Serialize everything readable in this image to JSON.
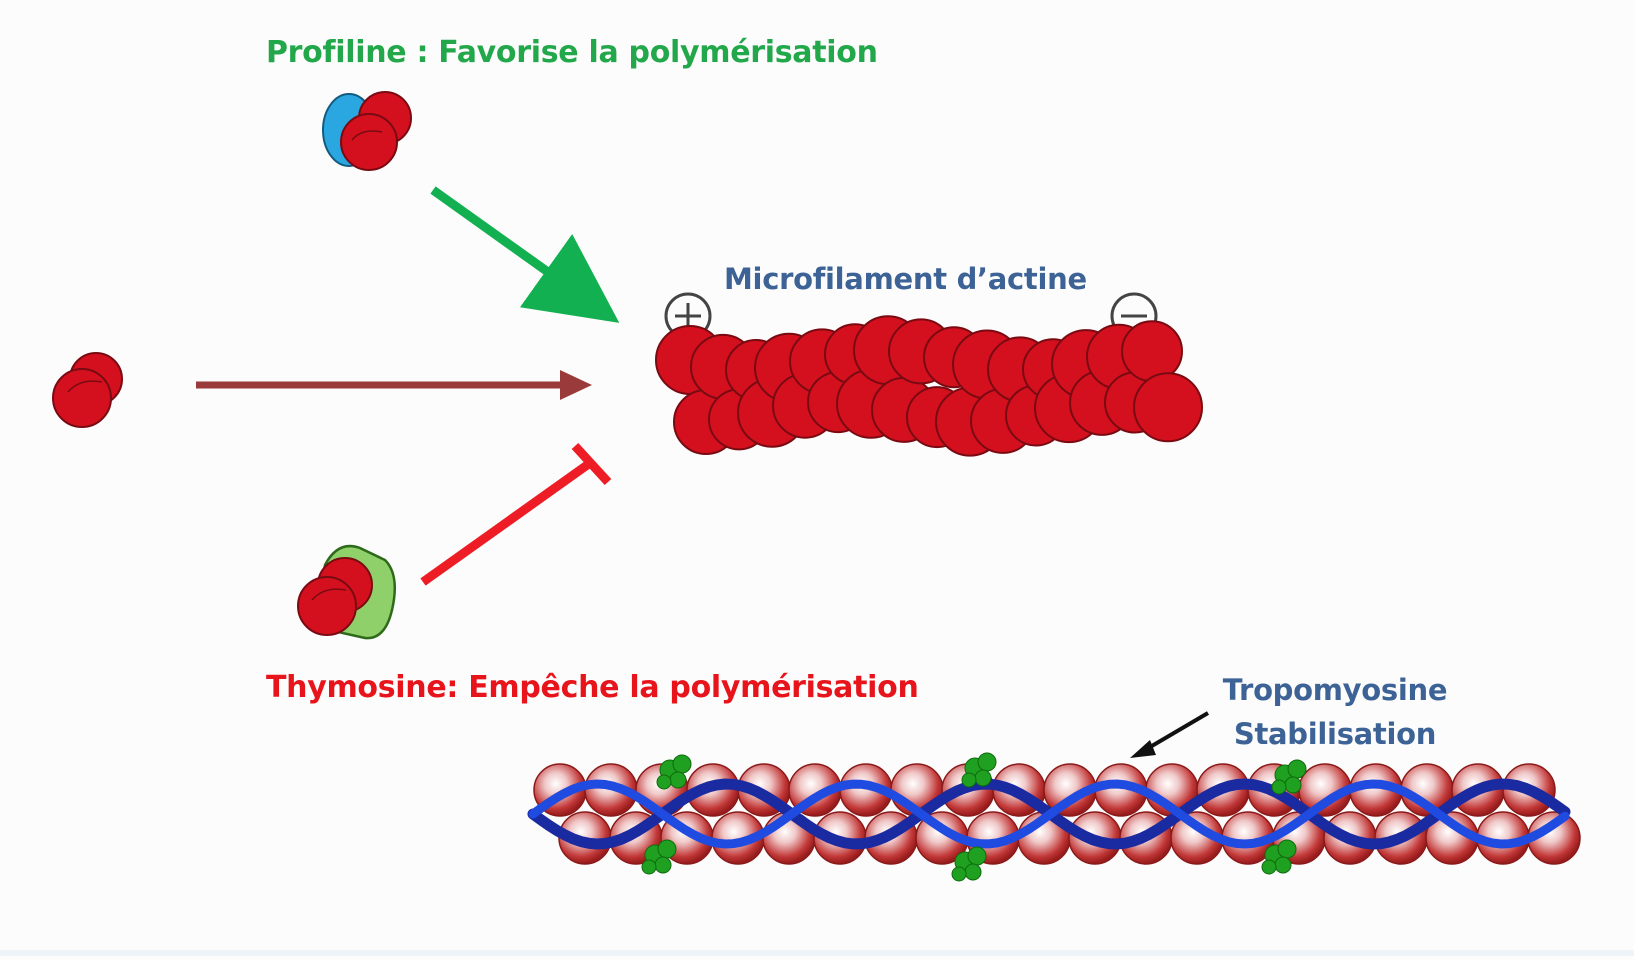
{
  "labels": {
    "profiline": "Profiline : Favorise la polymérisation",
    "microfilament": "Microfilament d’actine",
    "thymosine": "Thymosine: Empêche la polymérisation",
    "tropomyosine_line1": "Tropomyosine",
    "tropomyosine_line2": "Stabilisation"
  },
  "icons": {
    "plus_end": "plus-circle",
    "minus_end": "minus-circle"
  },
  "colors": {
    "profiline_text": "#22a84a",
    "thymosine_text": "#e8141c",
    "blue_text": "#3d6296",
    "actin_red": "#d4101e",
    "actin_outline": "#7a0a12",
    "profiline_blue": "#2aa7e0",
    "thymosine_green": "#8fd06a",
    "promote_arrow": "#12b050",
    "spontaneous_arrow": "#9a3a3a",
    "inhibit_bar": "#ee1c24",
    "tropomyosin_dark": "#1a2aa0",
    "tropomyosin_light": "#1f4be0",
    "troponin_green": "#20a020"
  }
}
